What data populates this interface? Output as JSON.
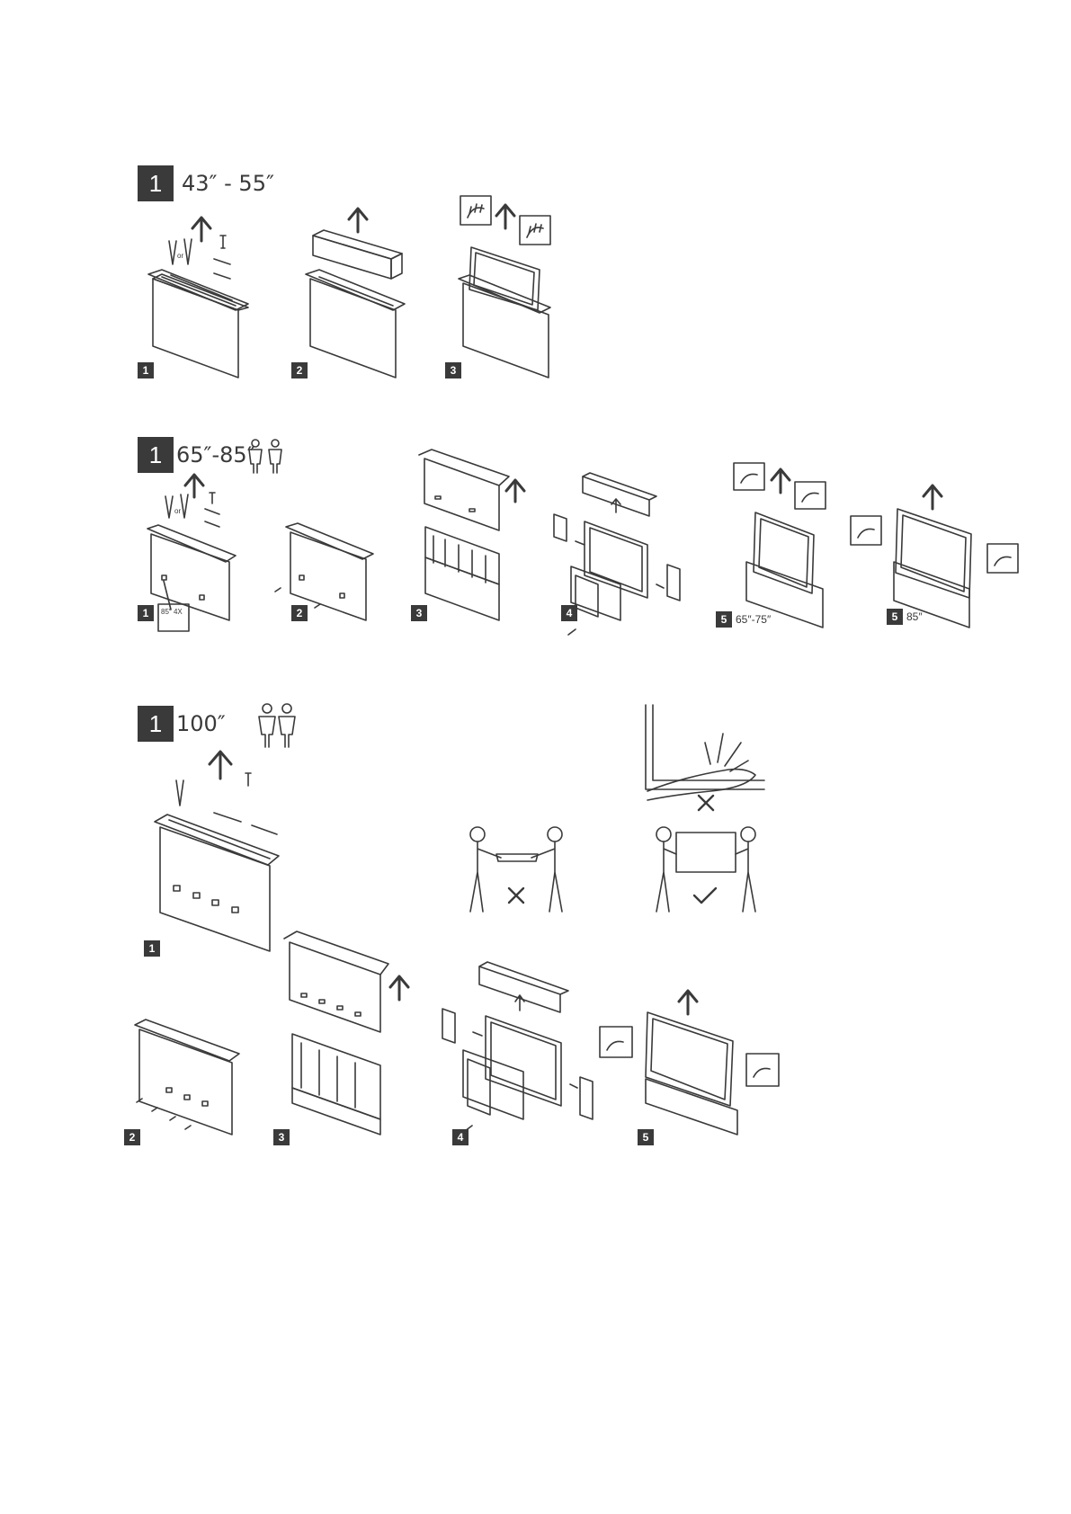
{
  "sections": [
    {
      "number": "1",
      "title": "43″ - 55″",
      "steps": [
        "1",
        "2",
        "3"
      ]
    },
    {
      "number": "1",
      "title": "65″-85″",
      "steps": [
        "1",
        "2",
        "3",
        "4",
        "5",
        "5"
      ],
      "step1_note": "85″ 4X",
      "step5a_label": "65″-75″",
      "step5b_label": "85″"
    },
    {
      "number": "1",
      "title": "100″",
      "steps": [
        "1",
        "2",
        "3",
        "4",
        "5"
      ]
    }
  ],
  "icons": {
    "or_text": "or",
    "two_persons": "two-persons-icon",
    "wrong": "cross-mark-icon",
    "right": "check-mark-icon"
  }
}
